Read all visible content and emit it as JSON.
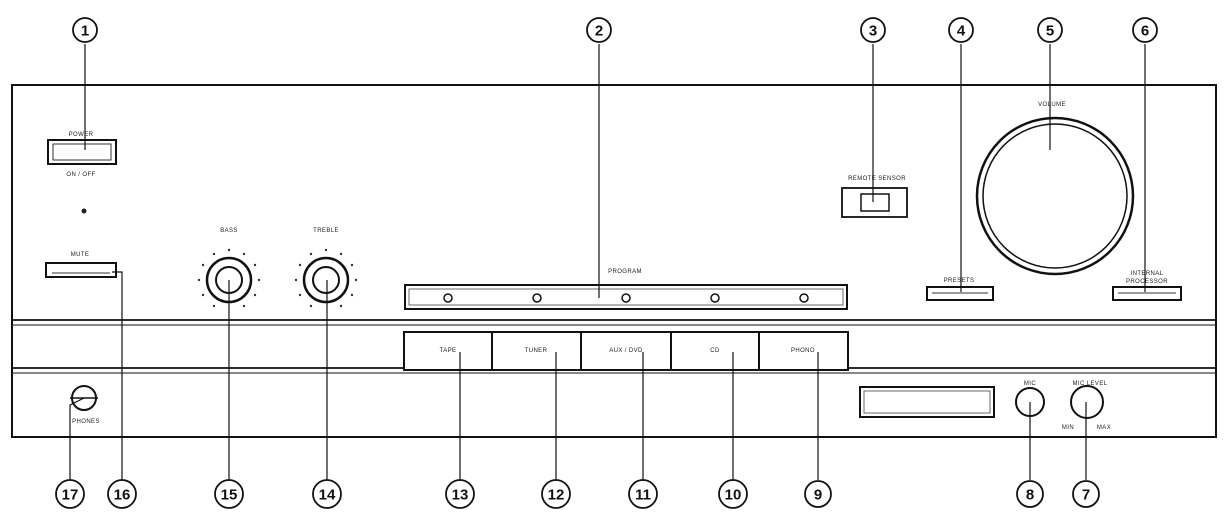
{
  "labels": {
    "power": "POWER",
    "power_onoff": "ON / OFF",
    "remote_sensor": "REMOTE SENSOR",
    "volume": "VOLUME",
    "mute": "MUTE",
    "bass": "BASS",
    "treble": "TREBLE",
    "program": "PROGRAM",
    "presets": "PRESETS",
    "internal_processor": [
      "INTERNAL",
      "PROCESSOR"
    ],
    "phones": "PHONES",
    "mic": "MIC",
    "mic_level": "MIC LEVEL",
    "mic_min": "MIN",
    "mic_max": "MAX"
  },
  "buttons": [
    "TAPE",
    "TUNER",
    "AUX / DVD",
    "CD",
    "PHONO"
  ],
  "callouts": {
    "c1": "1",
    "c2": "2",
    "c3": "3",
    "c4": "4",
    "c5": "5",
    "c6": "6",
    "c7": "7",
    "c8": "8",
    "c9": "9",
    "c10": "10",
    "c11": "11",
    "c12": "12",
    "c13": "13",
    "c14": "14",
    "c15": "15",
    "c16": "16",
    "c17": "17"
  }
}
